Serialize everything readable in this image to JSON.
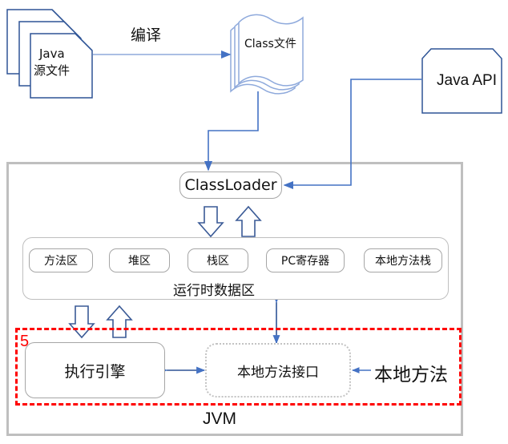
{
  "diagram": {
    "title_text": "JVM",
    "source_files": {
      "line1": "Java",
      "line2": "源文件"
    },
    "compile_label": "编译",
    "class_file": "Class文件",
    "java_api": "Java API",
    "class_loader": "ClassLoader",
    "runtime_area": {
      "label": "运行时数据区",
      "regions": [
        "方法区",
        "堆区",
        "栈区",
        "PC寄存器",
        "本地方法栈"
      ]
    },
    "execution_engine": "执行引擎",
    "native_interface": "本地方法接口",
    "native_methods": "本地方法",
    "annotation_number": "5"
  },
  "colors": {
    "connector_blue": "#4472c4",
    "outline_blue": "#2e5496",
    "block_arrow_stroke": "#3a5a96",
    "container_gray": "#bfbfbf",
    "box_gray": "#a6a6a6",
    "highlight_red": "#ff0000",
    "dotted_gray": "#c3c3c3"
  },
  "icons": {
    "document_stack": "document-stack-icon",
    "wave_document": "wave-document-icon",
    "down_block_arrow": "down-block-arrow-icon",
    "up_block_arrow": "up-block-arrow-icon",
    "double_arrow": "double-headed-arrow-icon"
  }
}
